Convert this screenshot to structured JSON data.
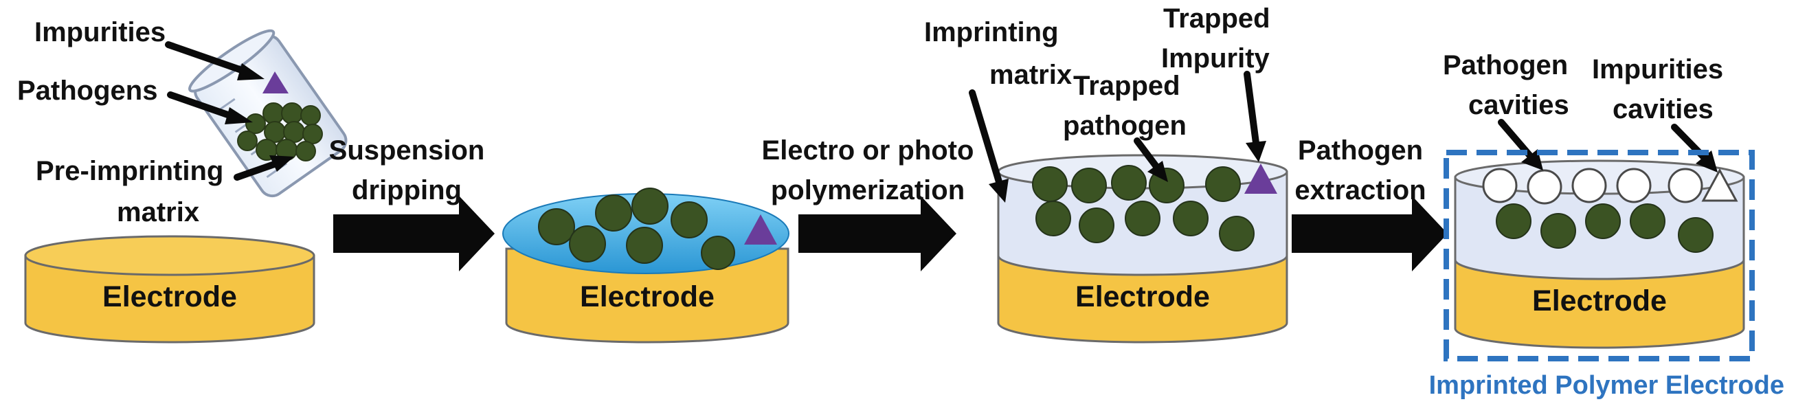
{
  "labels": {
    "impurities": "Impurities",
    "pathogens": "Pathogens",
    "pre_imprinting_1": "Pre-imprinting",
    "pre_imprinting_2": "matrix",
    "suspension_1": "Suspension",
    "suspension_2": "dripping",
    "electro_1": "Electro or photo",
    "electro_2": "polymerization",
    "imprinting_1": "Imprinting",
    "imprinting_2": "matrix",
    "trapped_pathogen_1": "Trapped",
    "trapped_pathogen_2": "pathogen",
    "trapped_impurity_1": "Trapped",
    "trapped_impurity_2": "Impurity",
    "pathogen_extraction_1": "Pathogen",
    "pathogen_extraction_2": "extraction",
    "pathogen_cavities_1": "Pathogen",
    "pathogen_cavities_2": "cavities",
    "impurities_cavities_1": "Impurities",
    "impurities_cavities_2": "cavities",
    "electrode": "Electrode",
    "imprinted_polymer_electrode": "Imprinted Polymer Electrode"
  },
  "colors": {
    "electrode_fill": "#f5c444",
    "electrode_stroke": "#6a6a6a",
    "pathogen": "#3b5323",
    "impurity": "#6a3d9a",
    "suspension": "#3aa8e0",
    "matrix": "#dfe6f5",
    "arrow": "#0a0a0a",
    "highlight_box": "#2e74c0",
    "caption": "#2e74c0"
  }
}
